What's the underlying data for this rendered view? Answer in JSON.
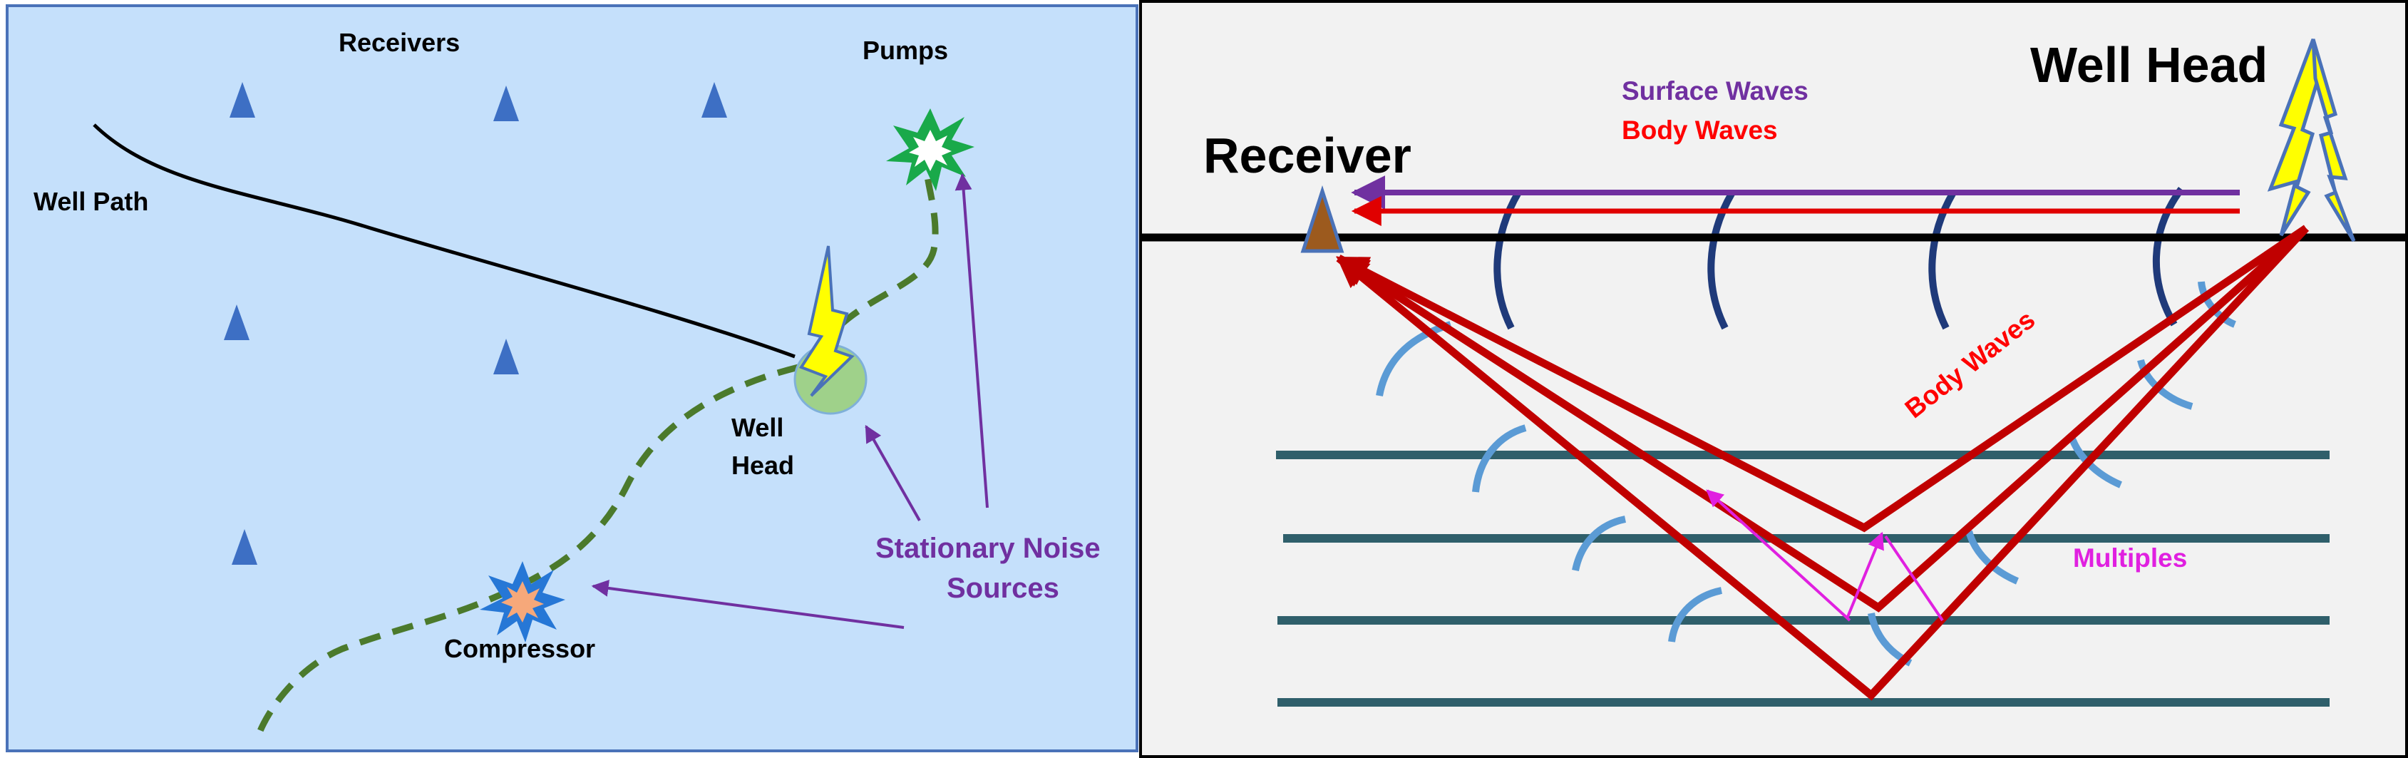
{
  "left_panel": {
    "labels": {
      "receivers": "Receivers",
      "pumps": "Pumps",
      "well_path": "Well Path",
      "well_head_line1": "Well",
      "well_head_line2": "Head",
      "stationary_line1": "Stationary Noise",
      "stationary_line2": "Sources",
      "compressor": "Compressor"
    },
    "colors": {
      "background": "#c5e0fb",
      "border": "#4a72b8",
      "receiver": "#3d6fc4",
      "path": "#4b7a2c",
      "annotation": "#7030a0",
      "well_head_ellipse": "#9fd18a",
      "lightning": "#ffff00",
      "pump_star": "#19a94a",
      "compressor_star": "#2677d6"
    },
    "icons": [
      "receiver-triangle-icon",
      "well-lightning-icon",
      "pump-burst-icon",
      "compressor-burst-icon"
    ]
  },
  "right_panel": {
    "labels": {
      "well_head": "Well Head",
      "receiver": "Receiver",
      "surface_waves": "Surface Waves",
      "body_waves_top": "Body Waves",
      "body_waves_diag": "Body Waves",
      "multiples": "Multiples"
    },
    "colors": {
      "background": "#f2f2f2",
      "surface_line": "#000000",
      "surface_wave": "#7030a0",
      "body_wave": "#c00000",
      "body_wave_label": "#ff0000",
      "multiples": "#e020e0",
      "layers": "#2f5f6b",
      "wavefront_dark": "#1f3a7a",
      "wavefront_light": "#5b9bd5",
      "receiver": "#9c5a1e",
      "receiver_outline": "#4a72b8",
      "well_lightning": "#ffff00"
    },
    "icons": [
      "receiver-triangle-icon",
      "well-head-lightning-icon"
    ]
  }
}
